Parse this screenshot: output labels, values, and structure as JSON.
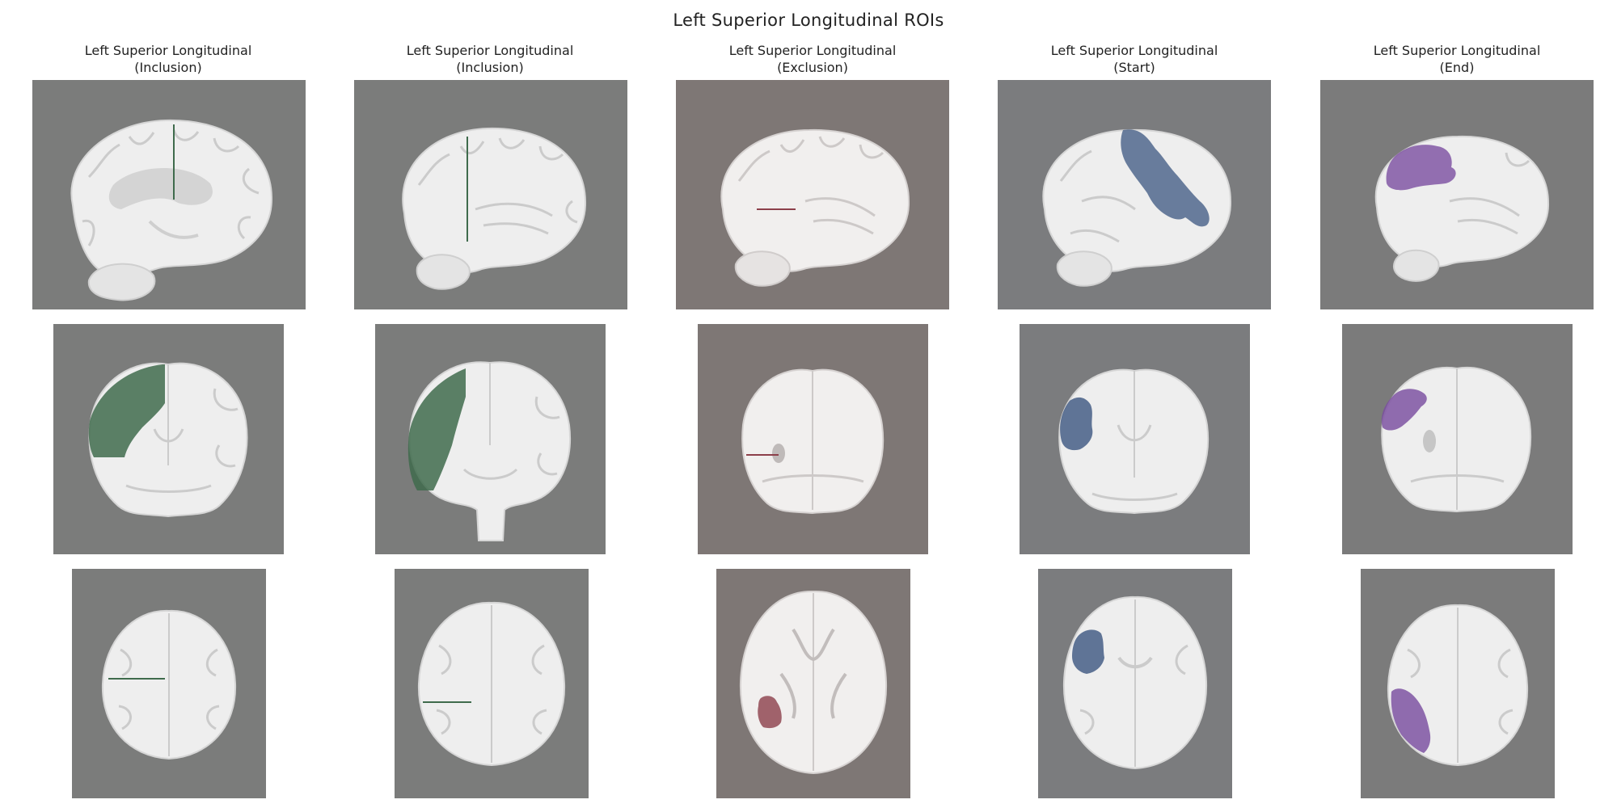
{
  "figure": {
    "title": "Left Superior Longitudinal ROIs"
  },
  "columns": [
    {
      "line1": "Left Superior Longitudinal",
      "line2": "(Inclusion)",
      "roi": "inclusion",
      "color": "#3f6b4c",
      "bg": "#7b7c7b"
    },
    {
      "line1": "Left Superior Longitudinal",
      "line2": "(Inclusion)",
      "roi": "inclusion",
      "color": "#3f6b4c",
      "bg": "#7b7c7b"
    },
    {
      "line1": "Left Superior Longitudinal",
      "line2": "(Exclusion)",
      "roi": "exclusion",
      "color": "#8c3f4a",
      "bg": "#7e7775"
    },
    {
      "line1": "Left Superior Longitudinal",
      "line2": "(Start)",
      "roi": "start",
      "color": "#3b5580",
      "bg": "#7b7c7e"
    },
    {
      "line1": "Left Superior Longitudinal",
      "line2": "(End)",
      "roi": "end",
      "color": "#7a4ea0",
      "bg": "#7b7b7b"
    }
  ],
  "rows": [
    "sagittal",
    "coronal",
    "axial"
  ],
  "colors": {
    "brain": "#eeeeee",
    "sulcus": "#c9c9c9",
    "background": "#ffffff"
  }
}
